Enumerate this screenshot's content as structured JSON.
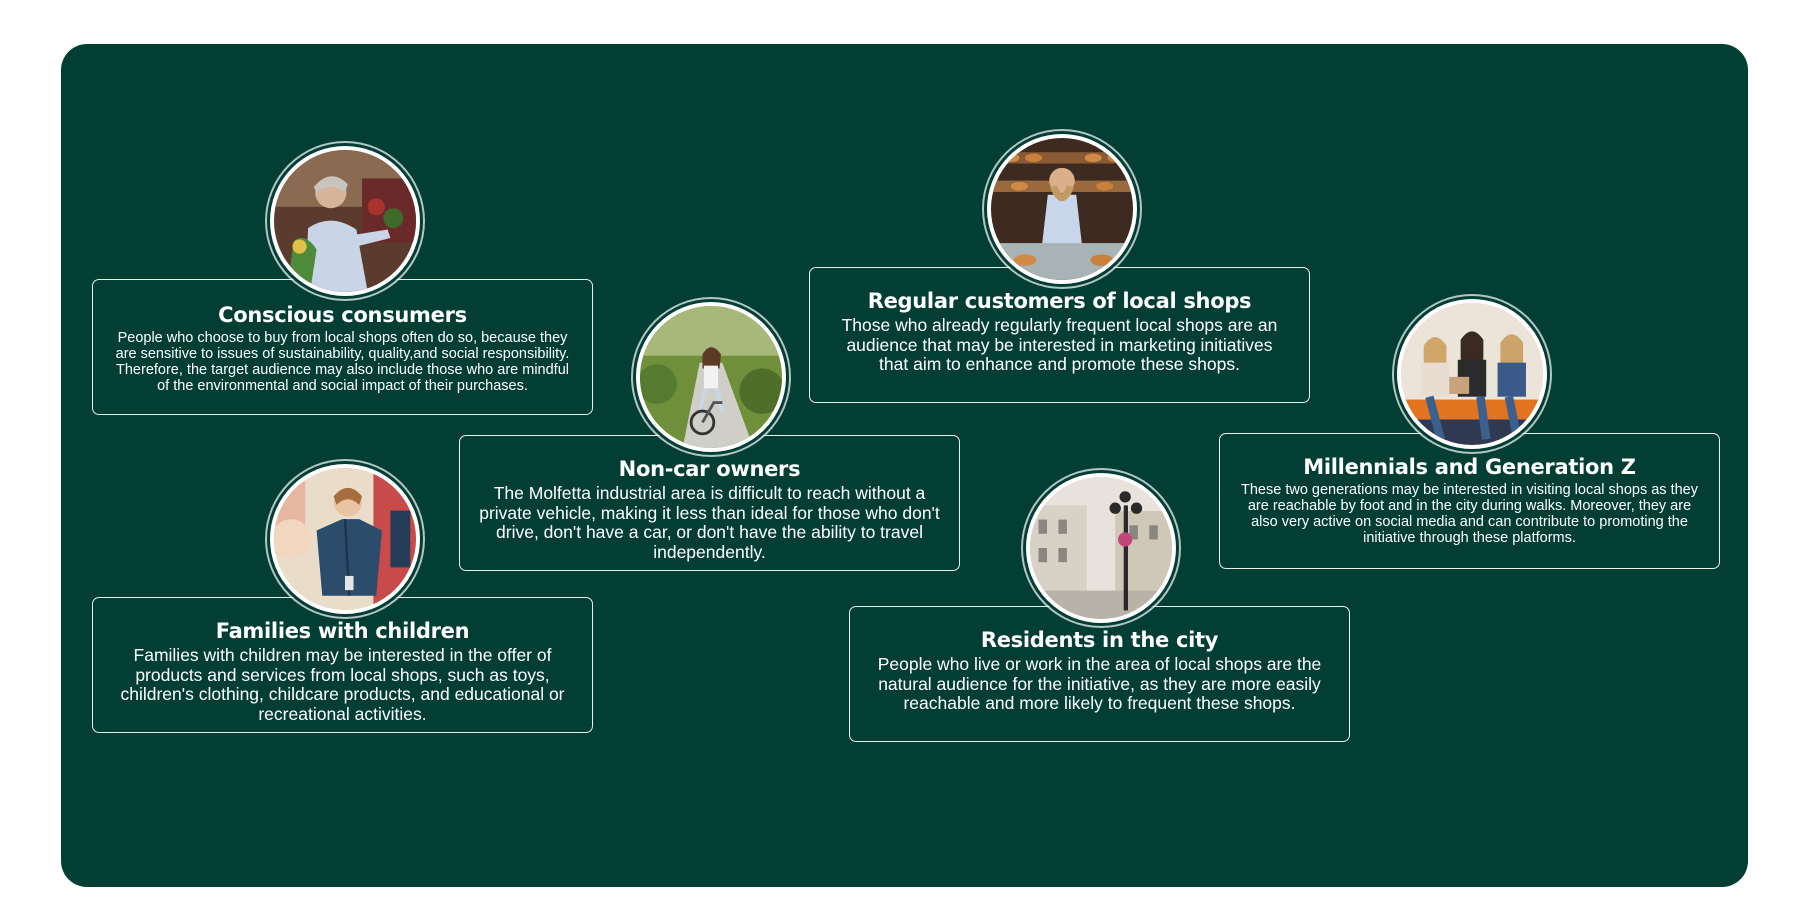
{
  "cards": [
    {
      "id": "conscious",
      "title": "Conscious consumers",
      "text": "People who choose to buy from local shops often do so, because they are sensitive to issues of sustainability, quality,and social responsibility. Therefore, the target audience may also include those who are mindful of the environmental and social impact of their purchases.",
      "icon": "woman-grocery-shopping-photo"
    },
    {
      "id": "families",
      "title": "Families with children",
      "text": "Families with children may be interested in the offer of products and services from local shops, such as toys, children's clothing, childcare products, and educational or recreational activities.",
      "icon": "child-clothing-shop-photo"
    },
    {
      "id": "noncar",
      "title": "Non-car owners",
      "text": "The Molfetta industrial area is difficult to reach without a private vehicle, making it less than ideal for those who don't drive, don't have a car, or don't have the ability to travel independently.",
      "icon": "woman-cycling-photo"
    },
    {
      "id": "regular",
      "title": "Regular customers of local shops",
      "text": "Those who already regularly frequent local shops are an audience that may be interested in marketing initiatives that aim to enhance and promote these shops.",
      "icon": "bakery-customer-photo"
    },
    {
      "id": "residents",
      "title": "Residents in the city",
      "text": "People who live or work in the area of local shops are the natural audience for the initiative, as they are more easily reachable and more likely to frequent these shops.",
      "icon": "city-street-lamp-photo"
    },
    {
      "id": "millennials",
      "title": "Millennials and Generation Z",
      "text": "These two generations may be interested in visiting local shops as they are reachable by foot and in the city during walks. Moreover, they are also very active on social media and can contribute to promoting the initiative through these platforms.",
      "icon": "young-women-shopping-photo"
    }
  ],
  "colors": {
    "background": "#033e34",
    "card_border": "#e6efe9",
    "text": "#ffffff"
  }
}
